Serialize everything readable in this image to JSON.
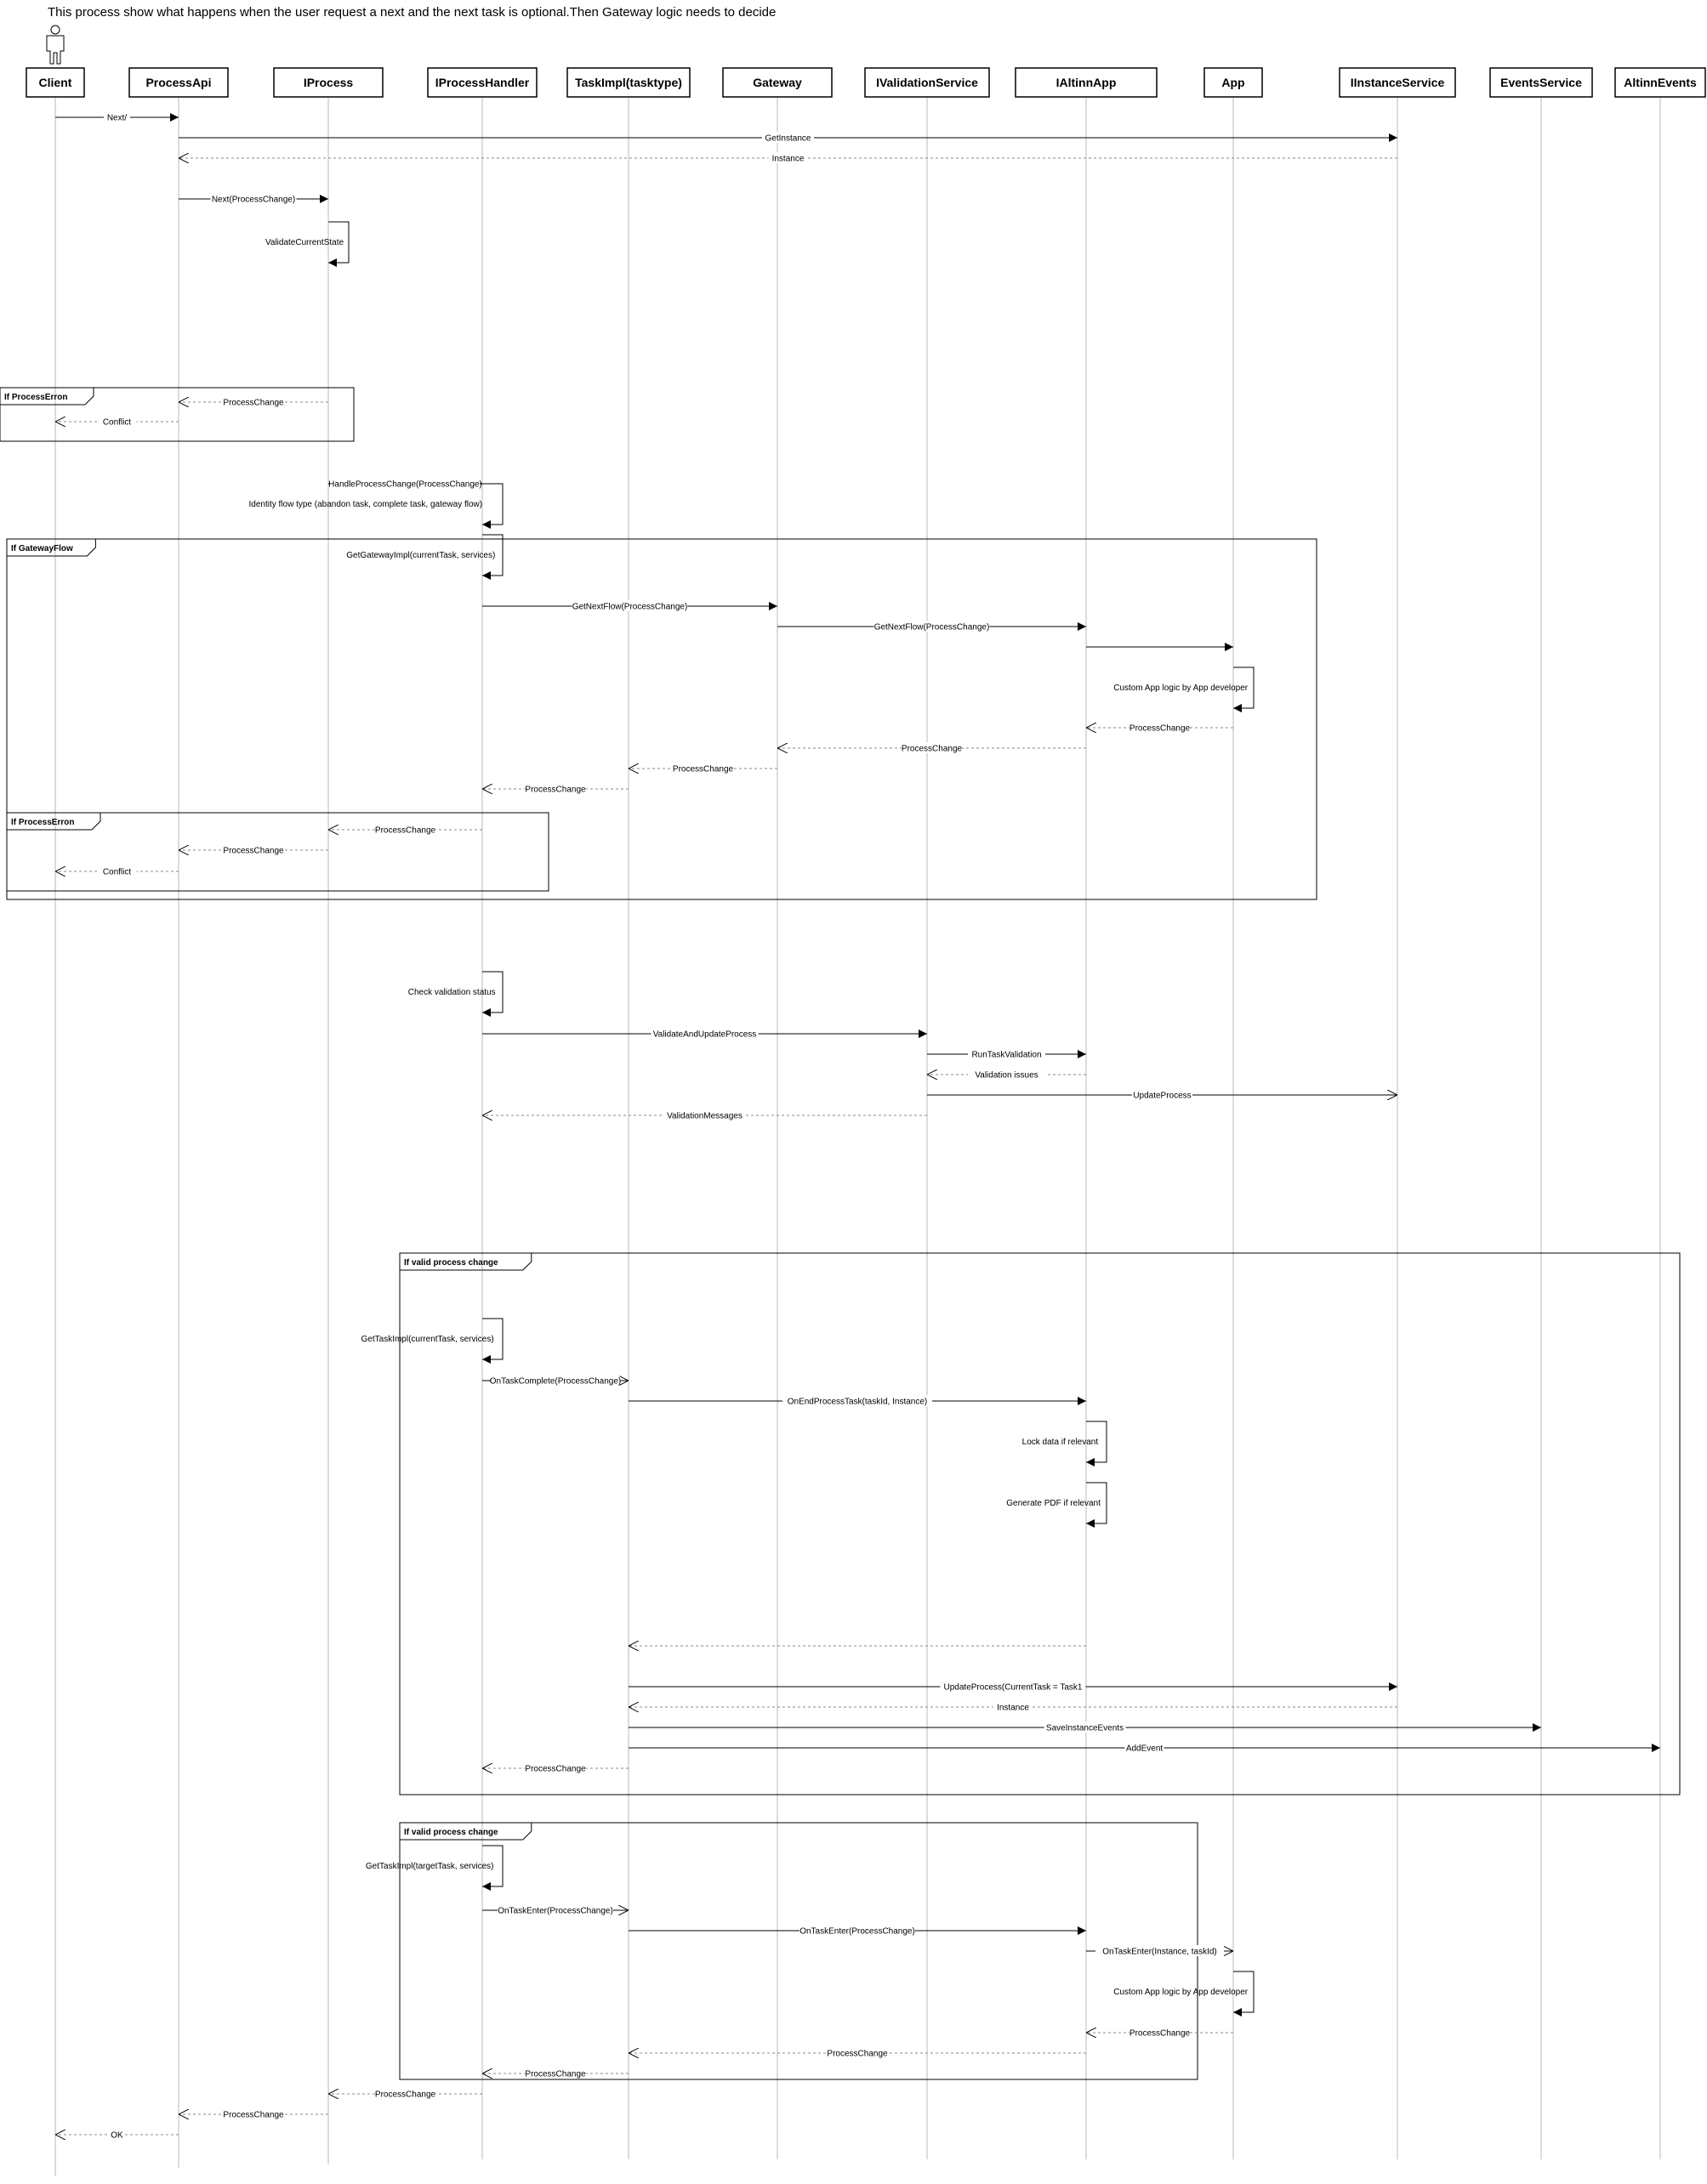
{
  "title": "This process show what happens when the user request a next and the next task is optional.Then Gateway logic needs to decide",
  "actor_icon": "person-stick-figure-icon",
  "participants": [
    {
      "id": "client",
      "label": "Client"
    },
    {
      "id": "processapi",
      "label": "ProcessApi"
    },
    {
      "id": "iprocess",
      "label": "IProcess"
    },
    {
      "id": "iprocesshandler",
      "label": "IProcessHandler"
    },
    {
      "id": "taskimpl",
      "label": "TaskImpl(tasktype)"
    },
    {
      "id": "gateway",
      "label": "Gateway"
    },
    {
      "id": "ivalidationservice",
      "label": "IValidationService"
    },
    {
      "id": "ialtinnapp",
      "label": "IAltinnApp"
    },
    {
      "id": "app",
      "label": "App"
    },
    {
      "id": "iinstanceservice",
      "label": "IInstanceService"
    },
    {
      "id": "eventsservice",
      "label": "EventsService"
    },
    {
      "id": "altinnevents",
      "label": "AltinnEvents"
    }
  ],
  "fragments": [
    {
      "label": "If ProcessErron",
      "from": "client",
      "to": "iprocess",
      "first": 1,
      "last": 2
    },
    {
      "label": "If GatewayFlow",
      "from": "client",
      "to": "app",
      "first": 5,
      "last": 15
    },
    {
      "label": "If ProcessErron",
      "from": "client",
      "to": "iprocesshandler",
      "first": 13,
      "last": 15
    },
    {
      "label": "If valid process change",
      "from": "iprocesshandler",
      "to": "altinnevents",
      "first": 21,
      "last": 30
    },
    {
      "label": "If valid process change",
      "from": "iprocesshandler",
      "to": "app",
      "first": 31,
      "last": 37
    }
  ],
  "messages": [
    {
      "from": "client",
      "to": "processapi",
      "label": "Next/",
      "style": "solid"
    },
    {
      "from": "processapi",
      "to": "iinstanceservice",
      "label": "GetInstance",
      "style": "solid"
    },
    {
      "from": "iinstanceservice",
      "to": "processapi",
      "label": "Instance",
      "style": "reply"
    },
    {
      "from": "processapi",
      "to": "iprocess",
      "label": "Next(ProcessChange)",
      "style": "solid"
    },
    {
      "from": "iprocess",
      "to": "iprocess",
      "label": "ValidateCurrentState",
      "style": "self"
    },
    {
      "from": "iprocess",
      "to": "processapi",
      "label": "ProcessChange",
      "style": "reply"
    },
    {
      "from": "processapi",
      "to": "client",
      "label": "Conflict",
      "style": "reply"
    },
    {
      "from": "iprocess",
      "to": "iprocesshandler",
      "label": "HandleProcessChange(ProcessChange)",
      "style": "solid"
    },
    {
      "from": "iprocesshandler",
      "to": "iprocesshandler",
      "label": "Identity flow type (abandon task, complete task, gateway flow)",
      "style": "self"
    },
    {
      "from": "iprocesshandler",
      "to": "iprocesshandler",
      "label": "GetGatewayImpl(currentTask, services)",
      "style": "self"
    },
    {
      "from": "iprocesshandler",
      "to": "gateway",
      "label": "GetNextFlow(ProcessChange)",
      "style": "solid"
    },
    {
      "from": "gateway",
      "to": "ialtinnapp",
      "label": "GetNextFlow(ProcessChange)",
      "style": "solid"
    },
    {
      "from": "ialtinnapp",
      "to": "app",
      "label": "",
      "style": "solid"
    },
    {
      "from": "app",
      "to": "app",
      "label": "Custom App logic by App developer",
      "style": "self"
    },
    {
      "from": "app",
      "to": "ialtinnapp",
      "label": "ProcessChange",
      "style": "reply"
    },
    {
      "from": "ialtinnapp",
      "to": "gateway",
      "label": "ProcessChange",
      "style": "reply"
    },
    {
      "from": "gateway",
      "to": "taskimpl",
      "label": "ProcessChange",
      "style": "reply"
    },
    {
      "from": "taskimpl",
      "to": "iprocesshandler",
      "label": "ProcessChange",
      "style": "reply"
    },
    {
      "from": "iprocesshandler",
      "to": "iprocess",
      "label": "ProcessChange",
      "style": "reply"
    },
    {
      "from": "iprocess",
      "to": "processapi",
      "label": "ProcessChange",
      "style": "reply"
    },
    {
      "from": "processapi",
      "to": "client",
      "label": "Conflict",
      "style": "reply"
    },
    {
      "from": "iprocesshandler",
      "to": "iprocesshandler",
      "label": "Check validation status",
      "style": "self"
    },
    {
      "from": "iprocesshandler",
      "to": "ivalidationservice",
      "label": "ValidateAndUpdateProcess",
      "style": "solid"
    },
    {
      "from": "ivalidationservice",
      "to": "ialtinnapp",
      "label": "RunTaskValidation",
      "style": "solid"
    },
    {
      "from": "ialtinnapp",
      "to": "ivalidationservice",
      "label": "Validation issues",
      "style": "reply"
    },
    {
      "from": "ivalidationservice",
      "to": "iinstanceservice",
      "label": "UpdateProcess",
      "style": "open"
    },
    {
      "from": "ivalidationservice",
      "to": "iprocesshandler",
      "label": "ValidationMessages",
      "style": "reply"
    },
    {
      "from": "iprocesshandler",
      "to": "iprocesshandler",
      "label": "GetTaskImpl(currentTask, services)",
      "style": "self"
    },
    {
      "from": "iprocesshandler",
      "to": "taskimpl",
      "label": "OnTaskComplete(ProcessChange)",
      "style": "open"
    },
    {
      "from": "taskimpl",
      "to": "ialtinnapp",
      "label": "OnEndProcessTask(taskId, Instance)",
      "style": "solid"
    },
    {
      "from": "ialtinnapp",
      "to": "ialtinnapp",
      "label": "Lock data if relevant",
      "style": "self"
    },
    {
      "from": "ialtinnapp",
      "to": "ialtinnapp",
      "label": "Generate PDF if relevant",
      "style": "self"
    },
    {
      "from": "ialtinnapp",
      "to": "taskimpl",
      "label": "",
      "style": "reply"
    },
    {
      "from": "taskimpl",
      "to": "iinstanceservice",
      "label": "UpdateProcess(CurrentTask = Task1",
      "style": "solid"
    },
    {
      "from": "iinstanceservice",
      "to": "taskimpl",
      "label": "Instance",
      "style": "reply"
    },
    {
      "from": "taskimpl",
      "to": "eventsservice",
      "label": "SaveInstanceEvents",
      "style": "solid"
    },
    {
      "from": "taskimpl",
      "to": "altinnevents",
      "label": "AddEvent",
      "style": "solid"
    },
    {
      "from": "taskimpl",
      "to": "iprocesshandler",
      "label": "ProcessChange",
      "style": "reply"
    },
    {
      "from": "iprocesshandler",
      "to": "iprocesshandler",
      "label": "GetTaskImpl(targetTask, services)",
      "style": "self"
    },
    {
      "from": "iprocesshandler",
      "to": "taskimpl",
      "label": "OnTaskEnter(ProcessChange)",
      "style": "open"
    },
    {
      "from": "taskimpl",
      "to": "ialtinnapp",
      "label": "OnTaskEnter(ProcessChange)",
      "style": "solid"
    },
    {
      "from": "ialtinnapp",
      "to": "app",
      "label": "OnTaskEnter(Instance, taskId)",
      "style": "open"
    },
    {
      "from": "app",
      "to": "app",
      "label": "Custom App logic by App developer",
      "style": "self"
    },
    {
      "from": "app",
      "to": "ialtinnapp",
      "label": "ProcessChange",
      "style": "reply"
    },
    {
      "from": "ialtinnapp",
      "to": "taskimpl",
      "label": "ProcessChange",
      "style": "reply"
    },
    {
      "from": "taskimpl",
      "to": "iprocesshandler",
      "label": "ProcessChange",
      "style": "reply"
    },
    {
      "from": "iprocesshandler",
      "to": "iprocess",
      "label": "ProcessChange",
      "style": "reply"
    },
    {
      "from": "iprocess",
      "to": "processapi",
      "label": "ProcessChange",
      "style": "reply"
    },
    {
      "from": "processapi",
      "to": "client",
      "label": "OK",
      "style": "reply"
    }
  ]
}
